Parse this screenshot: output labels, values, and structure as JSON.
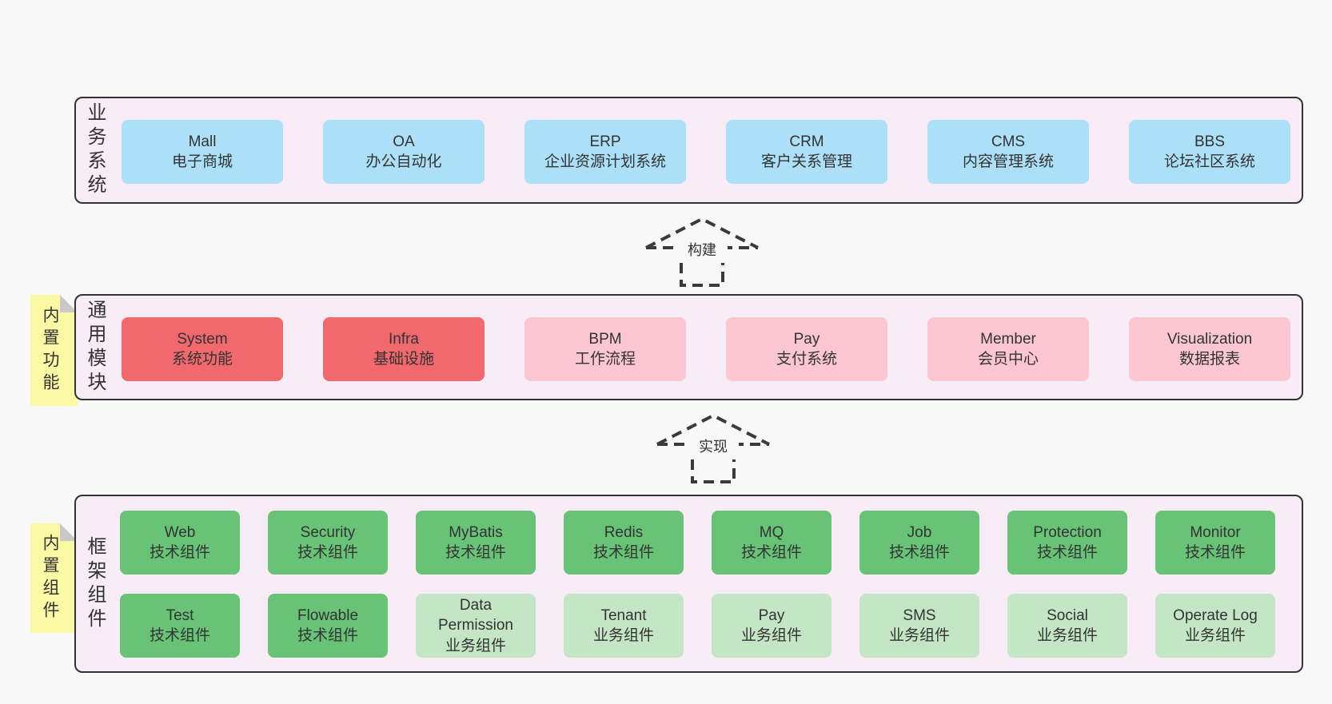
{
  "colors": {
    "page_bg": "#f8f8f8",
    "panel_bg": "#f8ecf6",
    "panel_border": "#333333",
    "blue": "#ace0f8",
    "red": "#f1696c",
    "pink": "#fcc7d1",
    "green": "#68c377",
    "green_light": "#c4e6c5",
    "yellow": "#fbf9a3",
    "fold_gray": "#c9c9c9",
    "text": "#333333"
  },
  "notes": [
    {
      "label": "内置功能"
    },
    {
      "label": "内置组件"
    }
  ],
  "arrows": [
    {
      "label": "构建"
    },
    {
      "label": "实现"
    }
  ],
  "sections": [
    {
      "label": "业务系统",
      "boxes": [
        {
          "title": "Mall",
          "subtitle": "电子商城",
          "color": "blue"
        },
        {
          "title": "OA",
          "subtitle": "办公自动化",
          "color": "blue"
        },
        {
          "title": "ERP",
          "subtitle": "企业资源计划系统",
          "color": "blue"
        },
        {
          "title": "CRM",
          "subtitle": "客户关系管理",
          "color": "blue"
        },
        {
          "title": "CMS",
          "subtitle": "内容管理系统",
          "color": "blue"
        },
        {
          "title": "BBS",
          "subtitle": "论坛社区系统",
          "color": "blue"
        }
      ]
    },
    {
      "label": "通用模块",
      "boxes": [
        {
          "title": "System",
          "subtitle": "系统功能",
          "color": "red"
        },
        {
          "title": "Infra",
          "subtitle": "基础设施",
          "color": "red"
        },
        {
          "title": "BPM",
          "subtitle": "工作流程",
          "color": "pink"
        },
        {
          "title": "Pay",
          "subtitle": "支付系统",
          "color": "pink"
        },
        {
          "title": "Member",
          "subtitle": "会员中心",
          "color": "pink"
        },
        {
          "title": "Visualization",
          "subtitle": "数据报表",
          "color": "pink"
        }
      ]
    },
    {
      "label": "框架组件",
      "rows": [
        [
          {
            "title": "Web",
            "subtitle": "技术组件",
            "color": "green"
          },
          {
            "title": "Security",
            "subtitle": "技术组件",
            "color": "green"
          },
          {
            "title": "MyBatis",
            "subtitle": "技术组件",
            "color": "green"
          },
          {
            "title": "Redis",
            "subtitle": "技术组件",
            "color": "green"
          },
          {
            "title": "MQ",
            "subtitle": "技术组件",
            "color": "green"
          },
          {
            "title": "Job",
            "subtitle": "技术组件",
            "color": "green"
          },
          {
            "title": "Protection",
            "subtitle": "技术组件",
            "color": "green"
          },
          {
            "title": "Monitor",
            "subtitle": "技术组件",
            "color": "green"
          }
        ],
        [
          {
            "title": "Test",
            "subtitle": "技术组件",
            "color": "green"
          },
          {
            "title": "Flowable",
            "subtitle": "技术组件",
            "color": "green"
          },
          {
            "title": "Data Permission",
            "subtitle": "业务组件",
            "color": "green_light"
          },
          {
            "title": "Tenant",
            "subtitle": "业务组件",
            "color": "green_light"
          },
          {
            "title": "Pay",
            "subtitle": "业务组件",
            "color": "green_light"
          },
          {
            "title": "SMS",
            "subtitle": "业务组件",
            "color": "green_light"
          },
          {
            "title": "Social",
            "subtitle": "业务组件",
            "color": "green_light"
          },
          {
            "title": "Operate Log",
            "subtitle": "业务组件",
            "color": "green_light"
          }
        ]
      ]
    }
  ]
}
